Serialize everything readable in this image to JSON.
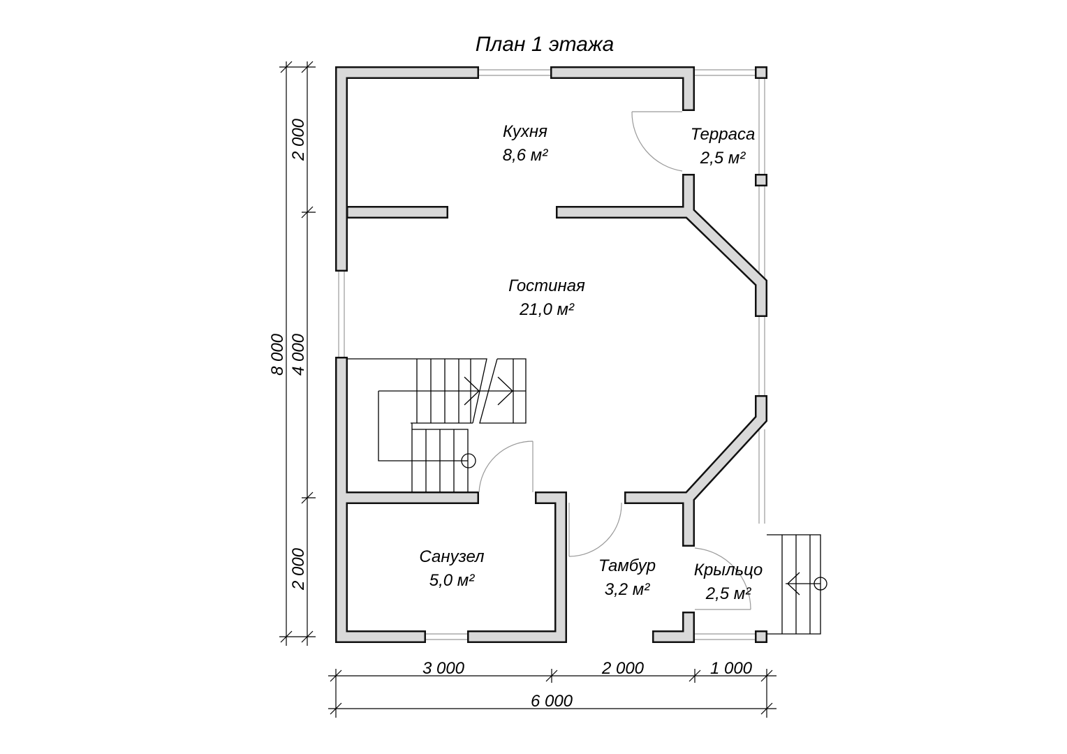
{
  "title": "План 1 этажа",
  "rooms": [
    {
      "name": "Кухня",
      "area": "8,6 м²"
    },
    {
      "name": "Терраса",
      "area": "2,5 м²"
    },
    {
      "name": "Гостиная",
      "area": "21,0 м²"
    },
    {
      "name": "Санузел",
      "area": "5,0 м²"
    },
    {
      "name": "Тамбур",
      "area": "3,2 м²"
    },
    {
      "name": "Крыльцо",
      "area": "2,5 м²"
    }
  ],
  "dimensions": {
    "vertical_total": "8 000",
    "vertical_parts": [
      "2 000",
      "4 000",
      "2 000"
    ],
    "horizontal_parts": [
      "3 000",
      "2 000",
      "1 000"
    ],
    "horizontal_total": "6 000"
  },
  "colors": {
    "wall_fill": "#d9d9d9",
    "wall_outline": "#111111"
  }
}
